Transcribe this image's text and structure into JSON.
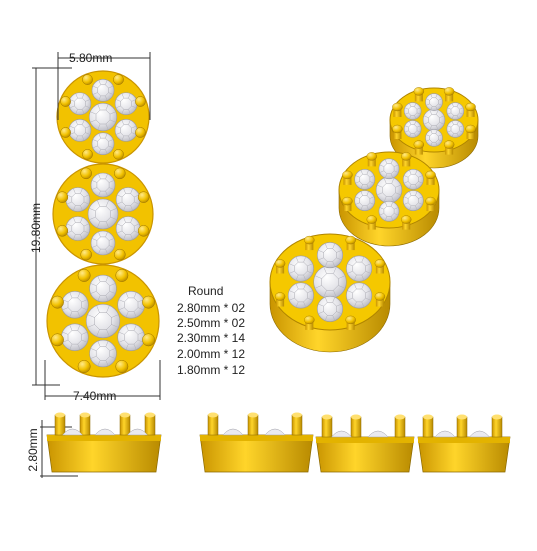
{
  "dimensions": {
    "top_width": "5.80mm",
    "height": "19.80mm",
    "bottom_width": "7.40mm",
    "side_height": "2.80mm"
  },
  "stone_spec": {
    "shape": "Round",
    "lines": [
      "2.80mm * 02",
      "2.50mm * 02",
      "2.30mm * 14",
      "2.00mm * 12",
      "1.80mm * 12"
    ]
  },
  "colors": {
    "gold": "#f2c200",
    "gold_dark": "#b88a00",
    "diamond": "#e8e8ec",
    "diamond_edge": "#9a9aa2",
    "dimension_line": "#333333"
  }
}
